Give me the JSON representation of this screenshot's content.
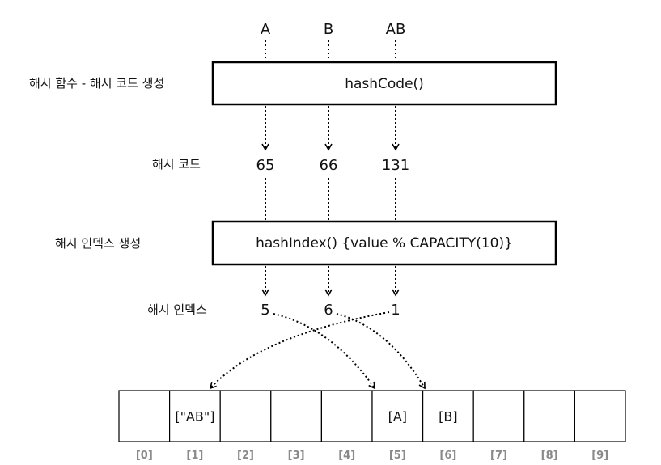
{
  "keys": [
    "A",
    "B",
    "AB"
  ],
  "labels": {
    "hash_function": "해시 함수 - 해시 코드 생성",
    "hash_code": "해시 코드",
    "hash_index_gen": "해시 인덱스 생성",
    "hash_index": "해시 인덱스"
  },
  "boxes": {
    "hash_code_fn": "hashCode()",
    "hash_index_fn": "hashIndex() {value % CAPACITY(10)}"
  },
  "hash_codes": [
    "65",
    "66",
    "131"
  ],
  "hash_indexes": [
    "5",
    "6",
    "1"
  ],
  "array": {
    "cells": [
      "",
      "[\"AB\"]",
      "",
      "",
      "",
      "[A]",
      "[B]",
      "",
      "",
      ""
    ],
    "indices": [
      "[0]",
      "[1]",
      "[2]",
      "[3]",
      "[4]",
      "[5]",
      "[6]",
      "[7]",
      "[8]",
      "[9]"
    ]
  },
  "mappings": [
    {
      "from": 0,
      "to_cell": 5
    },
    {
      "from": 1,
      "to_cell": 6
    },
    {
      "from": 2,
      "to_cell": 1
    }
  ],
  "colors": {
    "line": "#000000",
    "index_text": "#8a8a8a"
  }
}
